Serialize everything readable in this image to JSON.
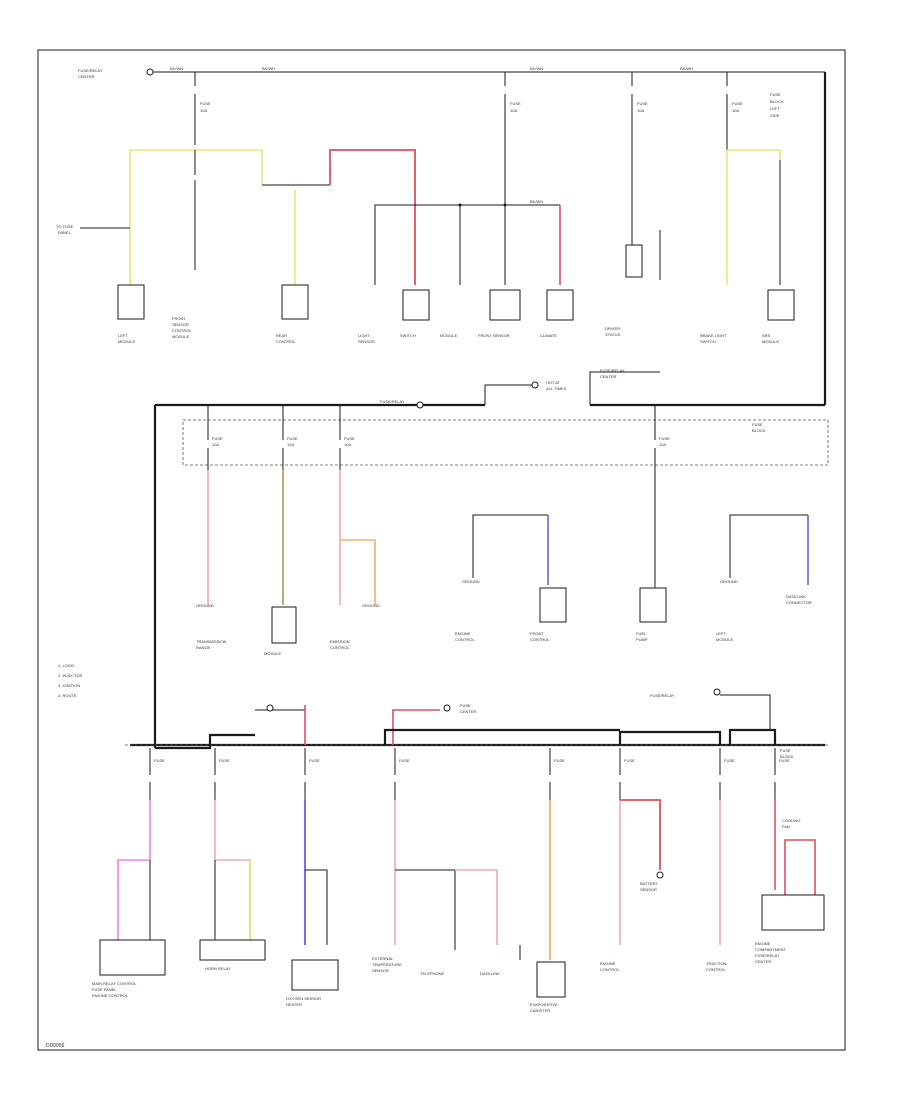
{
  "colors": {
    "line": "#1a1a1a",
    "yellow": "#e6e67a",
    "red": "#d9535a",
    "pink": "#f0a8b0",
    "blue": "#6b63d8",
    "orange": "#f0b070",
    "magenta": "#f07ef0",
    "olive": "#b7a860"
  },
  "legend": [
    "1. LOGIC",
    "2. INJECTOR",
    "3. IGNITION",
    "4. ROUTE"
  ],
  "footer_code": "DD0056"
}
